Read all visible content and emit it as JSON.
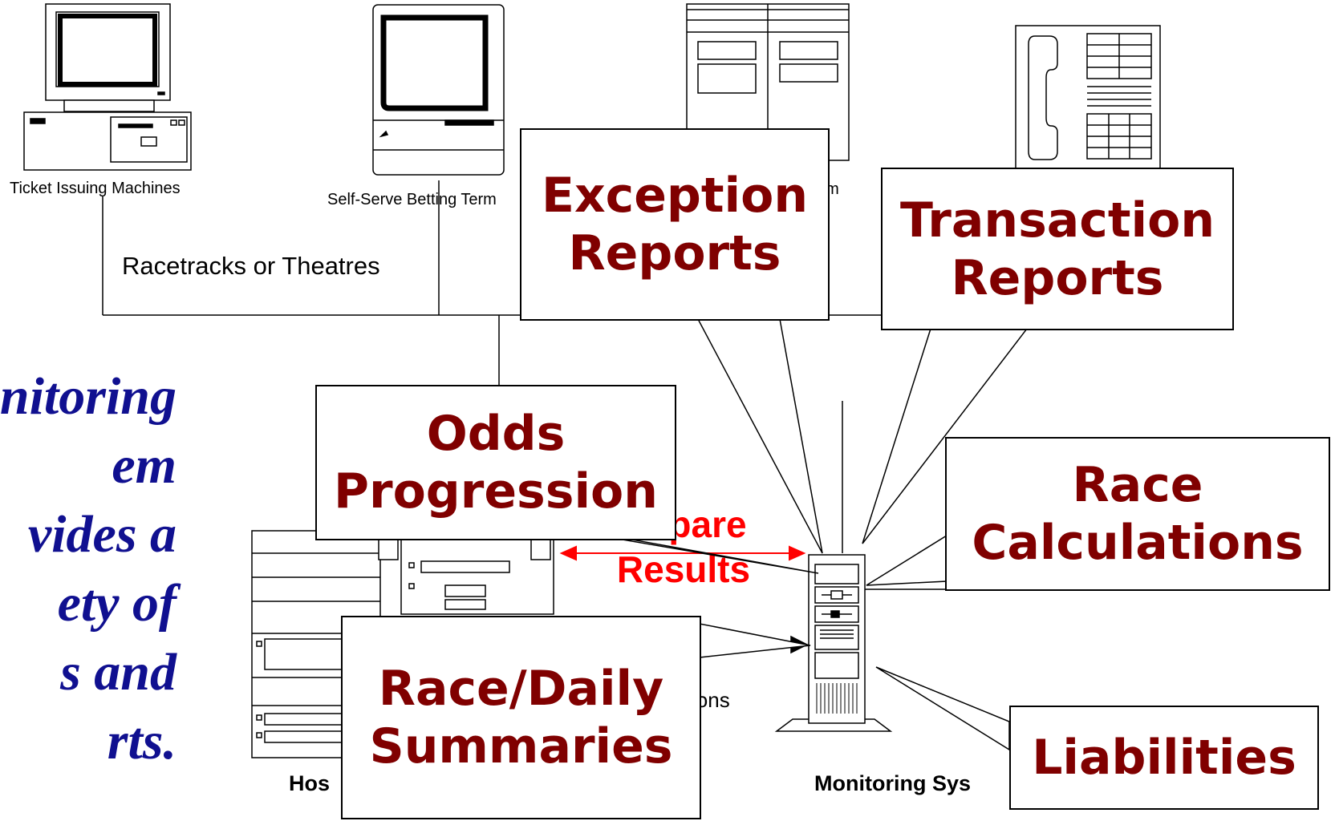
{
  "devices": {
    "ticket_label": "Ticket Issuing Machines",
    "selfserve_label": "Self-Serve Betting Term",
    "system_label_partial": "em\nt",
    "network_label": "Racetracks or Theatres",
    "host_label": "Hos",
    "monitoring_label": "Monitoring Sys",
    "connections_label": "ions"
  },
  "side_text": [
    "nitoring",
    "em",
    "vides a",
    "ety of",
    "s and",
    "rts."
  ],
  "compare": {
    "line1": "pare",
    "line2": "Results"
  },
  "callouts": {
    "exception": [
      "Exception",
      "Reports"
    ],
    "transaction": [
      "Transaction",
      "Reports"
    ],
    "odds": [
      "Odds",
      "Progression"
    ],
    "race_calc": [
      "Race",
      "Calculations"
    ],
    "race_daily": [
      "Race/Daily",
      "Summaries"
    ],
    "liabilities": [
      "Liabilities"
    ]
  },
  "colors": {
    "callout_text": "#800000",
    "side_text": "#101090",
    "compare": "#ff0000"
  }
}
